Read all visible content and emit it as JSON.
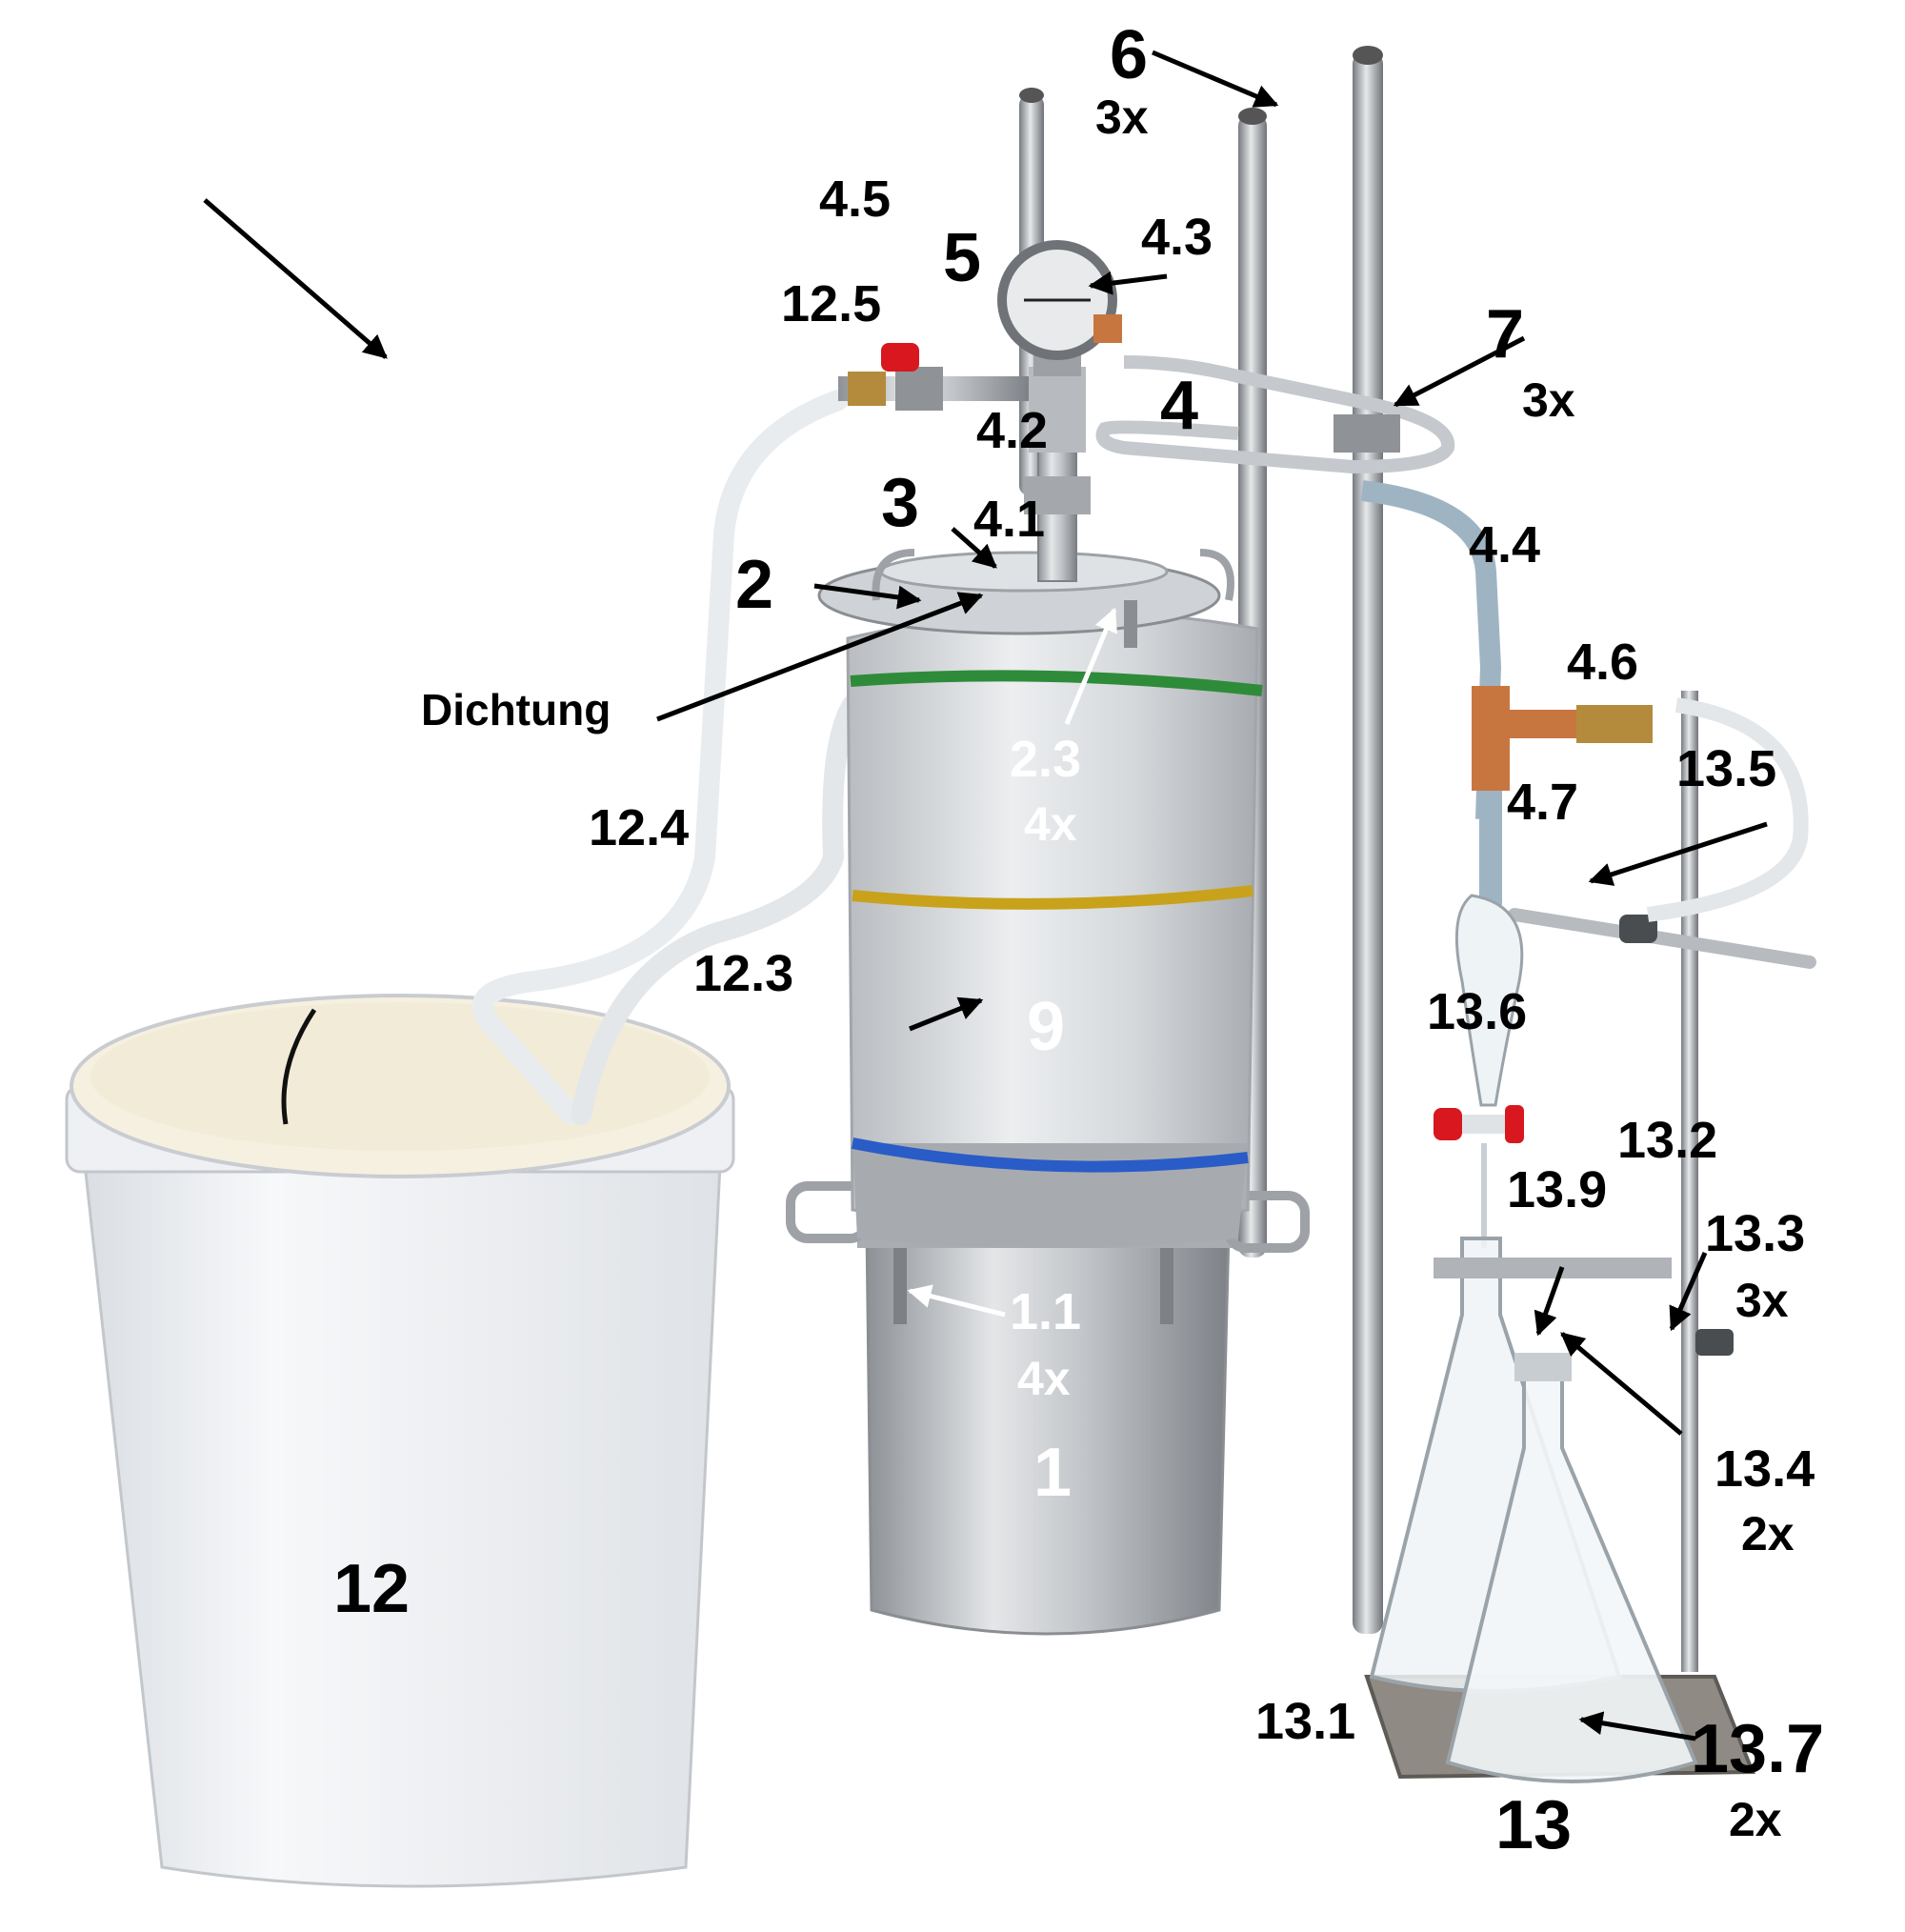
{
  "labels": {
    "l1": "1",
    "l1_1": "1.1",
    "l1_1c": "4x",
    "l2": "2",
    "l2_3": "2.3",
    "l2_3c": "4x",
    "l3": "3",
    "l4": "4",
    "l4_1": "4.1",
    "l4_2": "4.2",
    "l4_3": "4.3",
    "l4_4": "4.4",
    "l4_5": "4.5",
    "l4_6": "4.6",
    "l4_7": "4.7",
    "l5": "5",
    "l6": "6",
    "l6c": "3x",
    "l7": "7",
    "l7c": "3x",
    "l9": "9",
    "l12": "12",
    "l12_3": "12.3",
    "l12_4": "12.4",
    "l12_5": "12.5",
    "l13": "13",
    "l13_1": "13.1",
    "l13_2": "13.2",
    "l13_3": "13.3",
    "l13_3c": "3x",
    "l13_4": "13.4",
    "l13_4c": "2x",
    "l13_5": "13.5",
    "l13_6": "13.6",
    "l13_7": "13.7",
    "l13_7c": "2x",
    "l13_9": "13.9",
    "dichtung": "Dichtung"
  },
  "colors": {
    "steel": "#c9ccd0",
    "bucket": "#f2f3f5",
    "copper": "#c8763f",
    "valve_red": "#d8181e",
    "rope_green": "#2e8b3a",
    "rope_yellow": "#c9a21c",
    "rope_blue": "#2a5cc8"
  }
}
